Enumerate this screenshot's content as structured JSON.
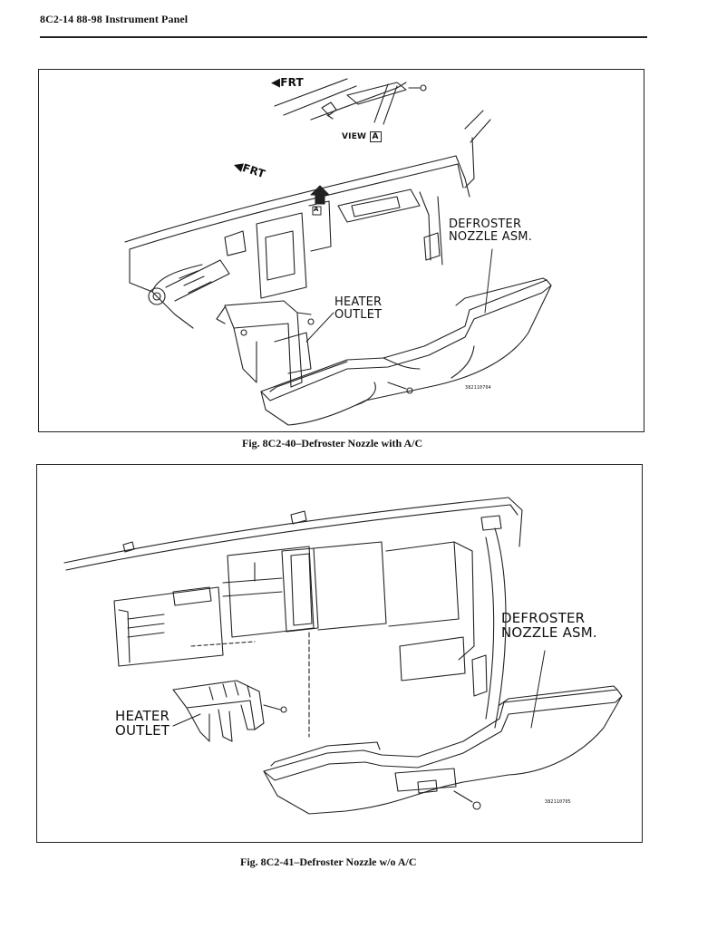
{
  "page": {
    "header": "8C2-14   88-98 Instrument Panel"
  },
  "figures": [
    {
      "caption": "Fig. 8C2-40–Defroster Nozzle with A/C",
      "labels": {
        "frt_top": "FRT",
        "frt_side": "FRT",
        "view": "VIEW",
        "view_letter": "A",
        "callout_letter": "A",
        "defroster_line1": "DEFROSTER",
        "defroster_line2": "NOZZLE ASM.",
        "heater_line1": "HEATER",
        "heater_line2": "OUTLET",
        "part_number": "382110704"
      }
    },
    {
      "caption": "Fig. 8C2-41–Defroster Nozzle w/o A/C",
      "labels": {
        "defroster_line1": "DEFROSTER",
        "defroster_line2": "NOZZLE ASM.",
        "heater_line1": "HEATER",
        "heater_line2": "OUTLET",
        "part_number": "382110705"
      }
    }
  ]
}
